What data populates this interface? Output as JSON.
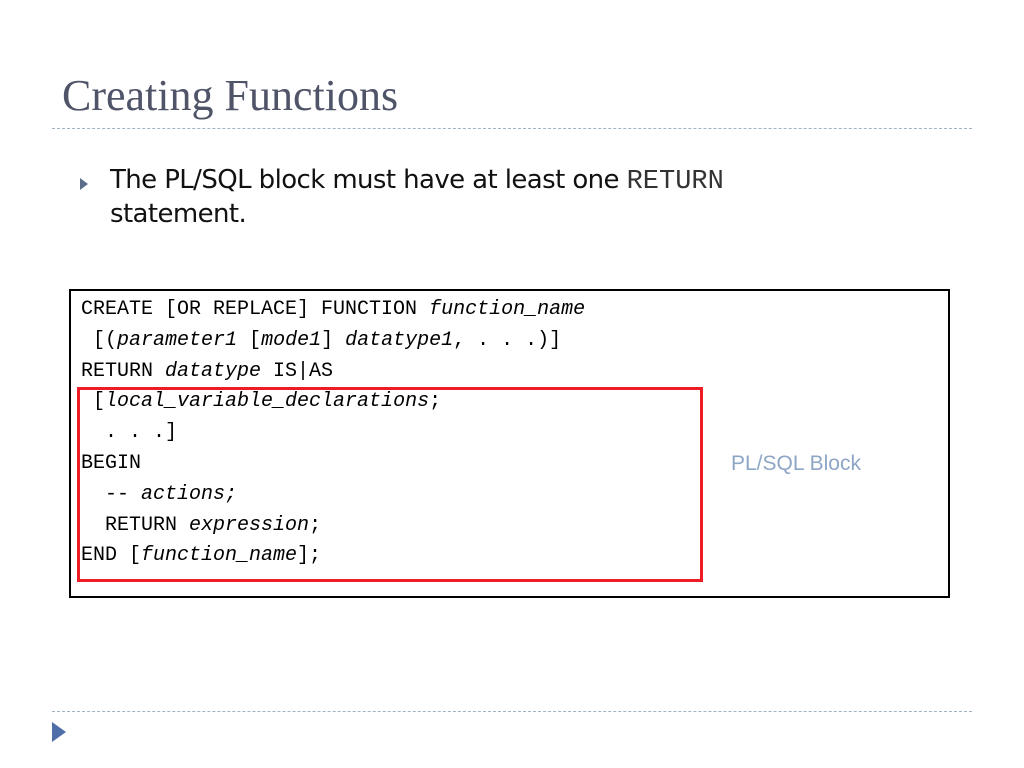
{
  "slide": {
    "title": "Creating Functions"
  },
  "bullet": {
    "icon": "triangle-bullet-icon",
    "text_before": "The PL/SQL block must have at least one ",
    "keyword": "RETURN",
    "text_after": "statement."
  },
  "code": {
    "lines": [
      [
        {
          "t": "CREATE [OR REPLACE] FUNCTION "
        },
        {
          "t": "function_name",
          "i": true
        }
      ],
      [
        {
          "t": " [("
        },
        {
          "t": "parameter1",
          "i": true
        },
        {
          "t": " ["
        },
        {
          "t": "mode1",
          "i": true
        },
        {
          "t": "] "
        },
        {
          "t": "datatype1",
          "i": true
        },
        {
          "t": ", . . .)]"
        }
      ],
      [
        {
          "t": "RETURN "
        },
        {
          "t": "datatype",
          "i": true
        },
        {
          "t": " IS|AS"
        }
      ],
      [
        {
          "t": " ["
        },
        {
          "t": "local_variable_declarations",
          "i": true
        },
        {
          "t": ";"
        }
      ],
      [
        {
          "t": "  . . .]"
        }
      ],
      [
        {
          "t": "BEGIN"
        }
      ],
      [
        {
          "t": "  -- "
        },
        {
          "t": "actions;",
          "i": true
        }
      ],
      [
        {
          "t": "  RETURN "
        },
        {
          "t": "expression",
          "i": true
        },
        {
          "t": ";"
        }
      ],
      [
        {
          "t": "END ["
        },
        {
          "t": "function_name",
          "i": true
        },
        {
          "t": "];"
        }
      ]
    ]
  },
  "annotation": {
    "label": "PL/SQL Block"
  },
  "colors": {
    "title": "#505468",
    "highlight_border": "#ee1c25",
    "annotation": "#8ea6c6",
    "rule": "#9fb3c5"
  },
  "footer": {
    "nav_icon": "play-arrow-icon"
  }
}
